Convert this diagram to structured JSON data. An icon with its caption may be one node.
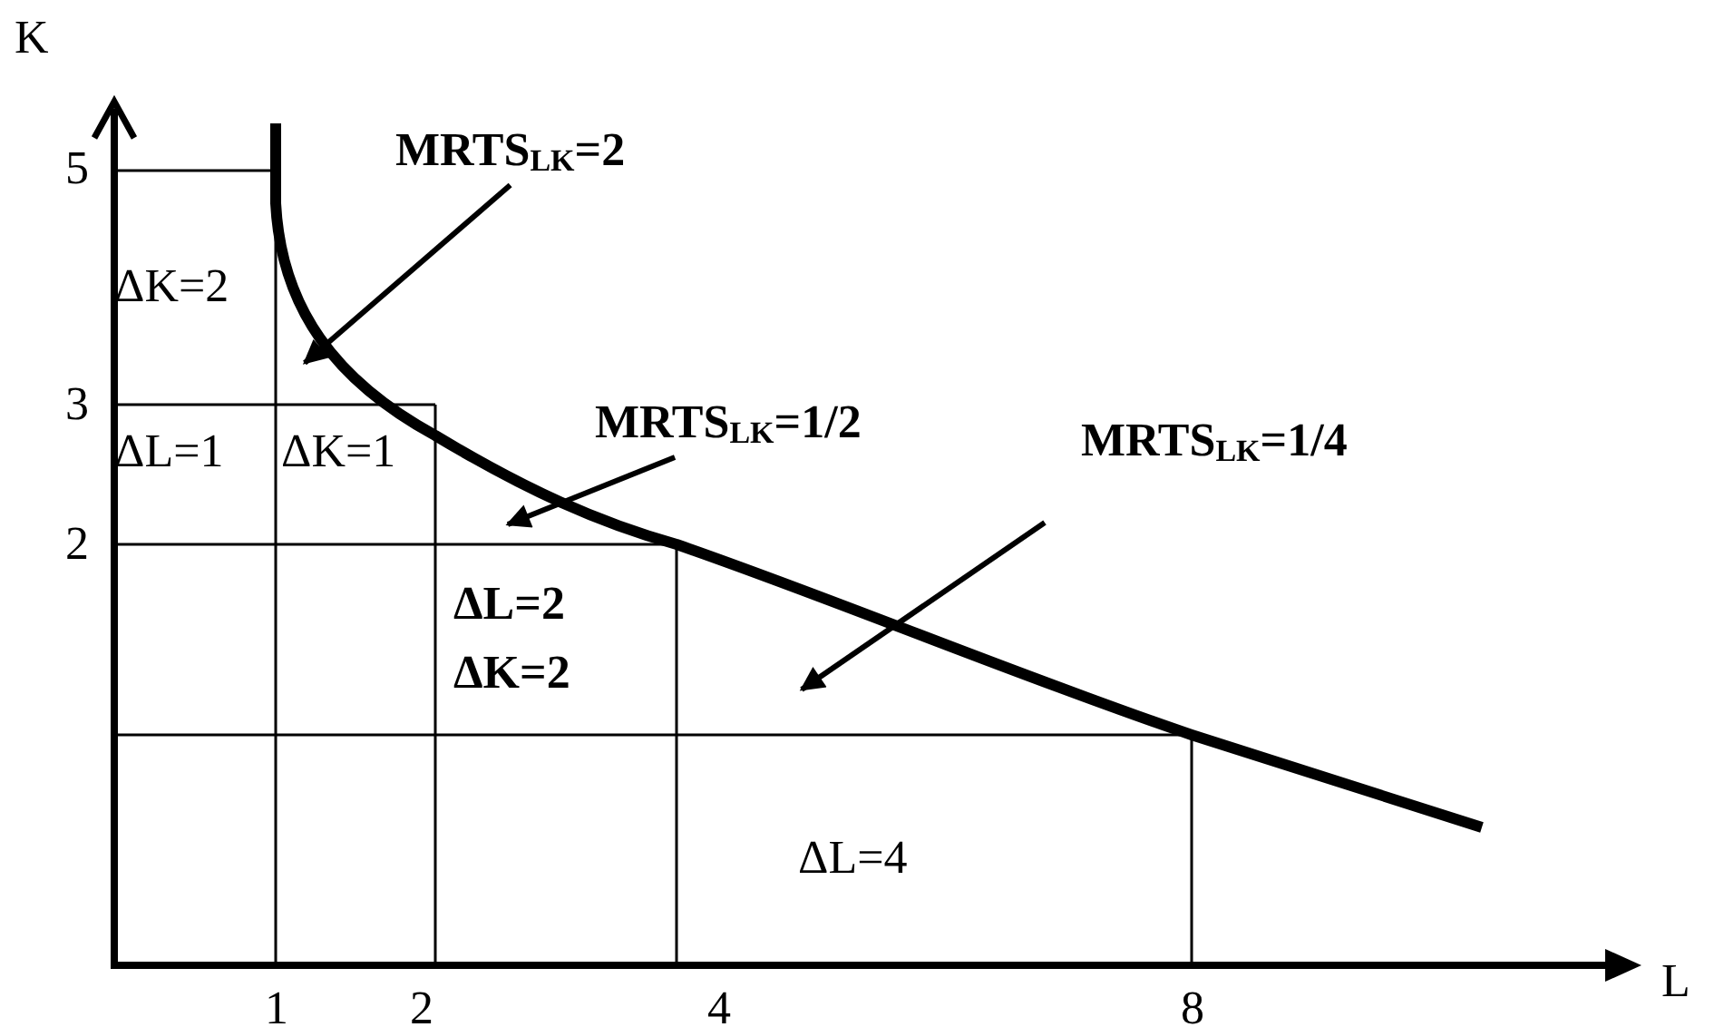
{
  "diagram": {
    "nodes": [
      {
        "text": [
          "MRTS$_{LK}$=2"
        ]
      },
      {
        "text": [
          "MRTS$_{LK}$=1/2"
        ]
      },
      {
        "text": [
          "MRTS$_{LK}$=1/4"
        ]
      }
    ],
    "edges": [
      {
        "from": 0,
        "to": null,
        "arrow": "to"
      },
      {
        "from": 1,
        "to": null,
        "arrow": "to"
      },
      {
        "from": 2,
        "to": null,
        "arrow": "to"
      }
    ],
    "labels": [
      "K",
      "5",
      "ΔK=2",
      "3",
      "ΔL=1",
      "ΔK=1",
      "2",
      "ΔL=2",
      "ΔK=2",
      "ΔL=4",
      "L",
      "1",
      "2",
      "4",
      "8"
    ]
  }
}
